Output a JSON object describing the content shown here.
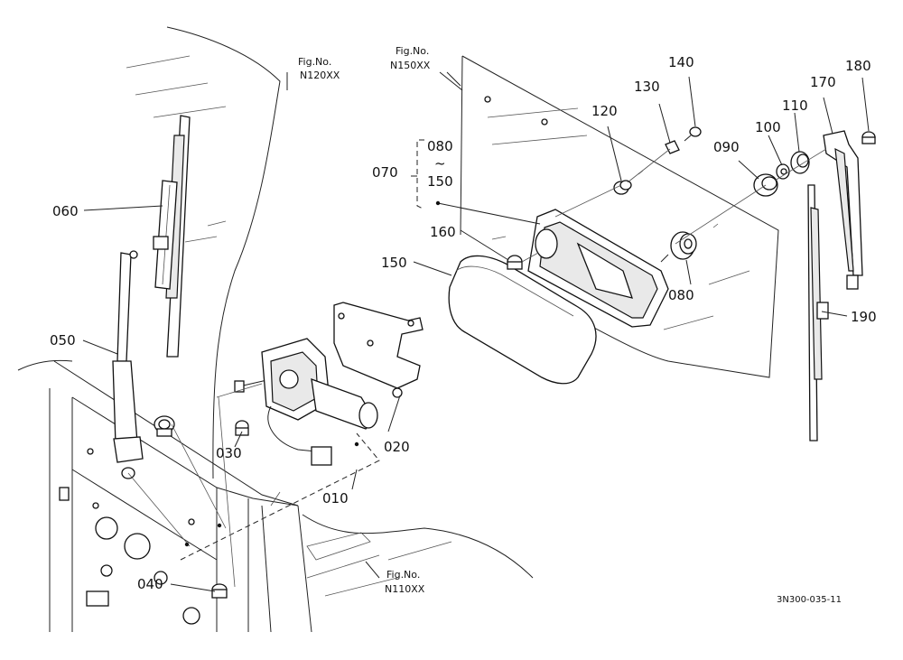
{
  "callouts": [
    {
      "id": "c010",
      "text": "010"
    },
    {
      "id": "c020",
      "text": "020"
    },
    {
      "id": "c030",
      "text": "030"
    },
    {
      "id": "c040",
      "text": "040"
    },
    {
      "id": "c050",
      "text": "050"
    },
    {
      "id": "c060",
      "text": "060"
    },
    {
      "id": "c070",
      "text": "070"
    },
    {
      "id": "c080a",
      "text": "080"
    },
    {
      "id": "c080tilde",
      "text": "~"
    },
    {
      "id": "c150a",
      "text": "150"
    },
    {
      "id": "c080b",
      "text": "080"
    },
    {
      "id": "c090",
      "text": "090"
    },
    {
      "id": "c100",
      "text": "100"
    },
    {
      "id": "c110",
      "text": "110"
    },
    {
      "id": "c120",
      "text": "120"
    },
    {
      "id": "c130",
      "text": "130"
    },
    {
      "id": "c140",
      "text": "140"
    },
    {
      "id": "c150b",
      "text": "150"
    },
    {
      "id": "c160",
      "text": "160"
    },
    {
      "id": "c170",
      "text": "170"
    },
    {
      "id": "c180",
      "text": "180"
    },
    {
      "id": "c190",
      "text": "190"
    }
  ],
  "figure_refs": [
    {
      "id": "f120",
      "label": "Fig.No.",
      "number": "N120XX"
    },
    {
      "id": "f150",
      "label": "Fig.No.",
      "number": "N150XX"
    },
    {
      "id": "f110",
      "label": "Fig.No.",
      "number": "N110XX"
    }
  ],
  "diagram_code": "3N300-035-11"
}
